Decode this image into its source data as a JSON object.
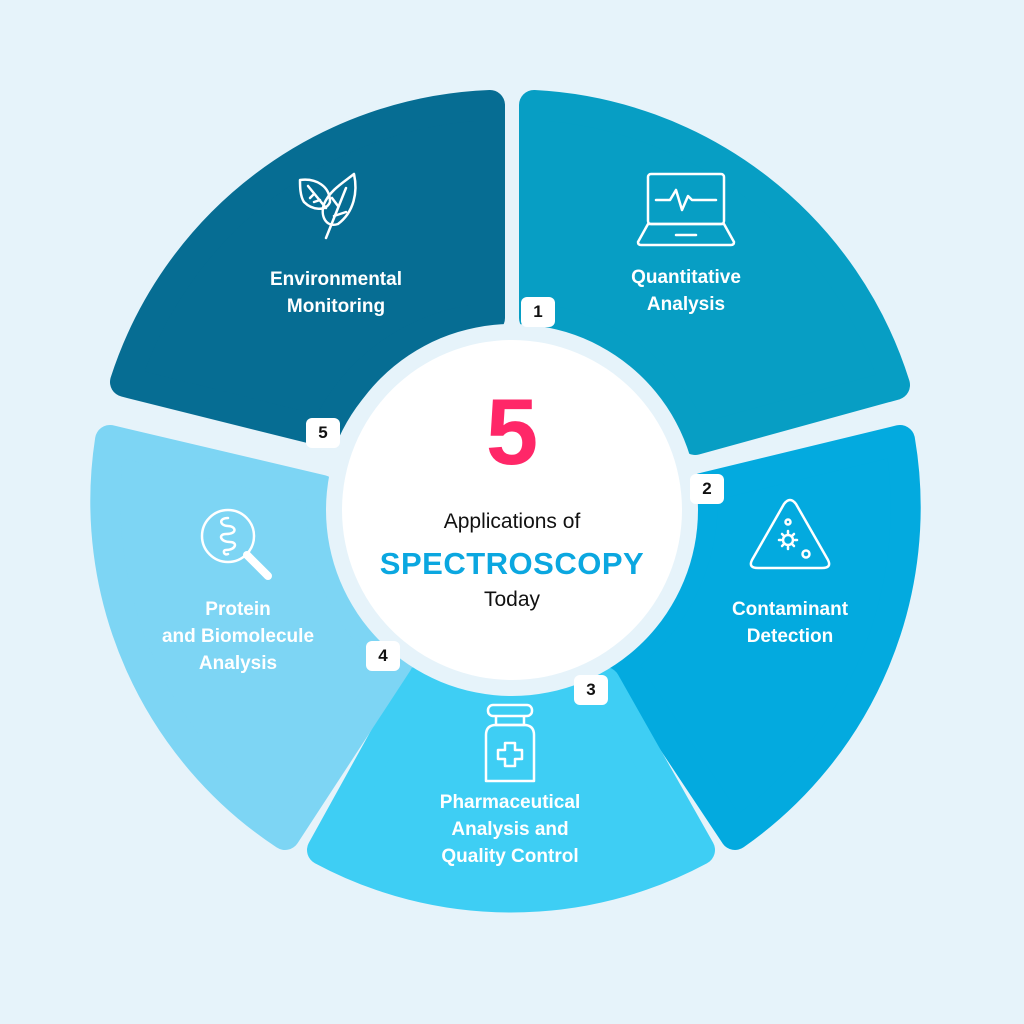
{
  "title": {
    "number": "5",
    "line1": "Applications of",
    "line2": "SPECTROSCOPY",
    "line3": "Today"
  },
  "colors": {
    "background": "#e6f3fa",
    "number": "#ff2768",
    "highlight": "#0ba7e0",
    "segment1": "#079ec4",
    "segment2": "#03aadf",
    "segment3": "#3ecef4",
    "segment4": "#7dd5f4",
    "segment5": "#066d93"
  },
  "segments": [
    {
      "number": "1",
      "line1": "Quantitative",
      "line2": "Analysis",
      "line3": "",
      "icon": "laptop-pulse-icon"
    },
    {
      "number": "2",
      "line1": "Contaminant",
      "line2": "Detection",
      "line3": "",
      "icon": "hazard-triangle-icon"
    },
    {
      "number": "3",
      "line1": "Pharmaceutical",
      "line2": "Analysis and",
      "line3": "Quality Control",
      "icon": "medicine-bottle-icon"
    },
    {
      "number": "4",
      "line1": "Protein",
      "line2": "and Biomolecule",
      "line3": "Analysis",
      "icon": "magnifier-molecule-icon"
    },
    {
      "number": "5",
      "line1": "Environmental",
      "line2": "Monitoring",
      "line3": "",
      "icon": "leaves-icon"
    }
  ]
}
